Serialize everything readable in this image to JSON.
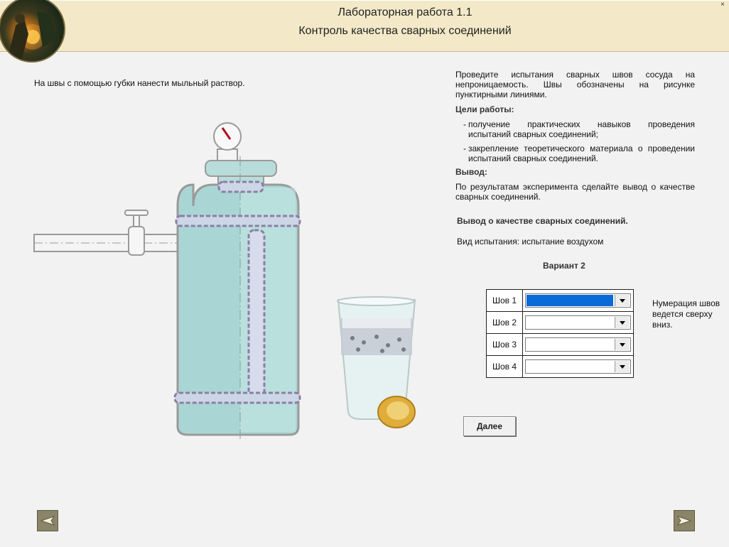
{
  "header": {
    "title_line1": "Лабораторная работа 1.1",
    "title_line2": "Контроль качества сварных соединений",
    "close_symbol": "×"
  },
  "instruction": "На швы с помощью губки нанести мыльный раствор.",
  "description": "Проведите испытания сварных швов сосуда на непроницаемость. Швы обозначены на рисунке пунктирными линиями.",
  "goals": {
    "heading": "Цели работы:",
    "items": [
      "получение практических навыков проведения испытаний сварных соединений;",
      "закрепление теоретического материала о проведении испытаний сварных соединений."
    ],
    "bullet": "-"
  },
  "conclusion": {
    "heading": "Вывод:",
    "text": "По результатам эксперимента сделайте вывод о качестве сварных соединений."
  },
  "result_heading": "Вывод о качестве сварных соединений.",
  "test_type": "Вид испытания: испытание воздухом",
  "variant": "Вариант 2",
  "seams": [
    {
      "label": "Шов 1",
      "value": "",
      "selected": true
    },
    {
      "label": "Шов 2",
      "value": "",
      "selected": false
    },
    {
      "label": "Шов 3",
      "value": "",
      "selected": false
    },
    {
      "label": "Шов 4",
      "value": "",
      "selected": false
    }
  ],
  "numbering_note": "Нумерация швов ведется сверху вниз.",
  "next_button": "Далее",
  "colors": {
    "header_bg": "#f3e9c8",
    "tank_fill": "#a9d6d4",
    "selected_combo": "#0a6ad8",
    "nav_button": "#8a8468"
  },
  "icons": {
    "prev": "arrow-left-icon",
    "next": "arrow-right-icon"
  }
}
